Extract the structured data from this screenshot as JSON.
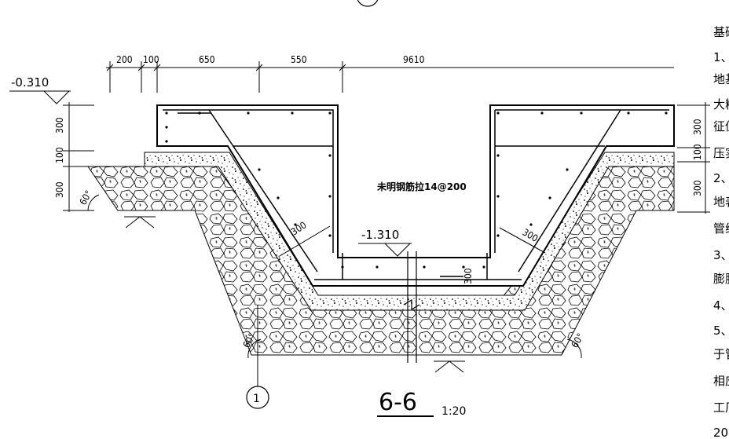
{
  "section": {
    "title": "6-6",
    "scale": "1:20"
  },
  "top_dimensions": [
    "200",
    "100",
    "650",
    "550",
    "9610"
  ],
  "left_dimensions": [
    "300",
    "100",
    "300"
  ],
  "right_dimensions": [
    "300",
    "100",
    "300"
  ],
  "slope_dimensions": [
    "300",
    "300"
  ],
  "vertical_dimension_center": "300",
  "angles": [
    "60°",
    "60°",
    "60°"
  ],
  "elevations": {
    "top_left": "-0.310",
    "bottom": "-1.310"
  },
  "rebar_note": "未明钢筋拉14@200",
  "detail_marker": "1",
  "notes": [
    "基础",
    "1、",
    "地基",
    "大粒",
    "征值",
    "压实",
    "2、",
    "地表",
    "管线",
    "3、",
    "膨胀",
    "4、",
    "5、",
    "于管",
    "相应",
    "工厂",
    "20"
  ]
}
